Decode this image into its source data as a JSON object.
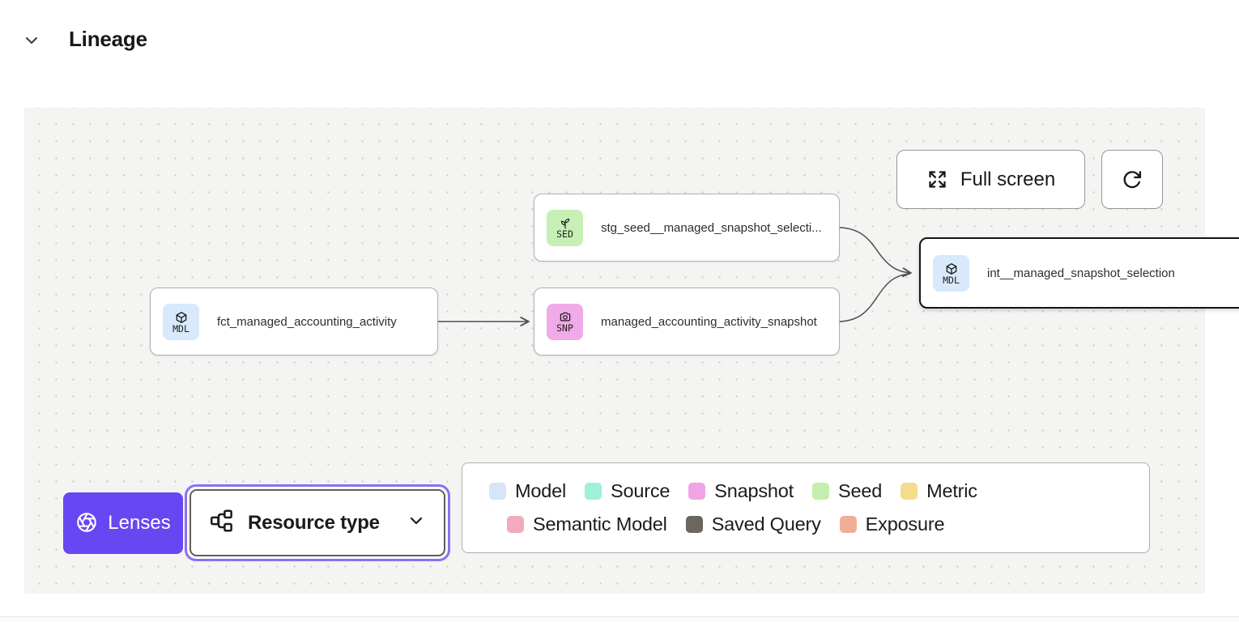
{
  "header": {
    "title": "Lineage"
  },
  "canvas": {
    "toolbar": {
      "full_screen_label": "Full screen"
    },
    "nodes": [
      {
        "abbr": "SED",
        "label": "stg_seed__managed_snapshot_selecti...",
        "color": "#c6f0b6",
        "icon": "seedling-icon",
        "type": "seed",
        "selected": false
      },
      {
        "abbr": "MDL",
        "label": "fct_managed_accounting_activity",
        "color": "#d8e9fb",
        "icon": "cube-icon",
        "type": "model",
        "selected": false
      },
      {
        "abbr": "SNP",
        "label": "managed_accounting_activity_snapshot",
        "color": "#f0aae8",
        "icon": "camera-icon",
        "type": "snapshot",
        "selected": false
      },
      {
        "abbr": "MDL",
        "label": "int__managed_snapshot_selection",
        "color": "#d8e9fb",
        "icon": "cube-icon",
        "type": "model",
        "selected": true
      }
    ],
    "lenses": {
      "label": "Lenses",
      "accent_color": "#6747f2"
    },
    "resource_type": {
      "label": "Resource type",
      "focus_ring_color": "#8a70f5"
    },
    "legend": {
      "items": [
        {
          "label": "Model",
          "color": "#d6e5f8"
        },
        {
          "label": "Source",
          "color": "#9df1d8"
        },
        {
          "label": "Snapshot",
          "color": "#efa4e6"
        },
        {
          "label": "Seed",
          "color": "#c2efae"
        },
        {
          "label": "Metric",
          "color": "#f3dd8d"
        },
        {
          "label": "Semantic Model",
          "color": "#f2abbc"
        },
        {
          "label": "Saved Query",
          "color": "#6b6660"
        },
        {
          "label": "Exposure",
          "color": "#f0ae96"
        }
      ]
    }
  }
}
